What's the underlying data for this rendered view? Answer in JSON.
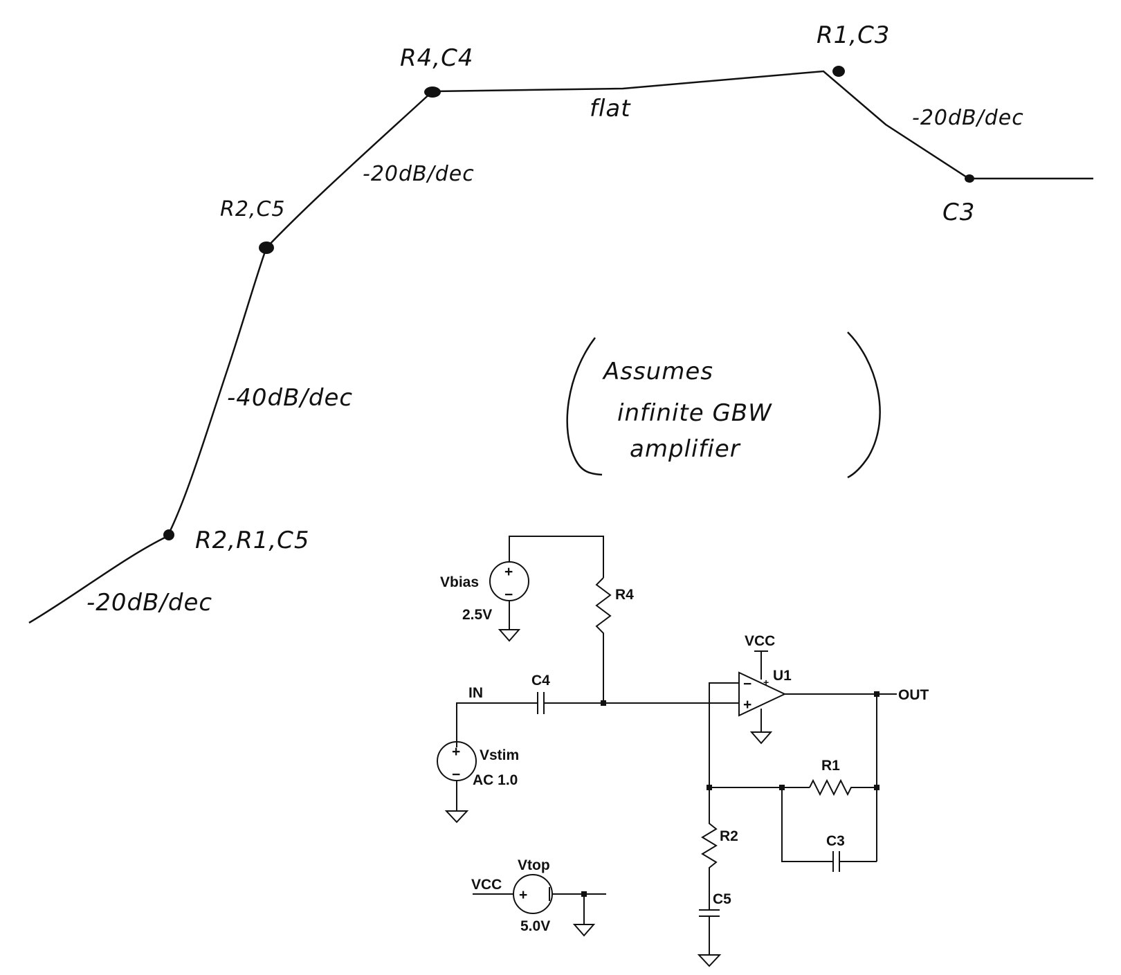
{
  "bode_sketch": {
    "points": {
      "p1": "R2,R1,C5",
      "p2": "R2,C5",
      "p3": "R4,C4",
      "p4": "R1,C3",
      "p5": "C3"
    },
    "slopes": {
      "s0": "-20dB/dec",
      "s1": "-40dB/dec",
      "s2": "-20dB/dec",
      "s3": "flat",
      "s4": "-20dB/dec"
    },
    "note": [
      "Assumes",
      "infinite GBW",
      "amplifier"
    ]
  },
  "schematic": {
    "components": {
      "vbias_name": "Vbias",
      "vbias_value": "2.5V",
      "r4": "R4",
      "c4": "C4",
      "in": "IN",
      "vstim_name": "Vstim",
      "vstim_value": "AC 1.0",
      "vcc_top": "VCC",
      "u1": "U1",
      "out": "OUT",
      "r1": "R1",
      "c3": "C3",
      "r2": "R2",
      "c5": "C5",
      "vtop_name": "Vtop",
      "vtop_value": "5.0V",
      "vcc_left": "VCC"
    },
    "symbols": {
      "plus": "+",
      "minus": "−",
      "opamp_minus": "−",
      "opamp_plus": "+"
    }
  }
}
